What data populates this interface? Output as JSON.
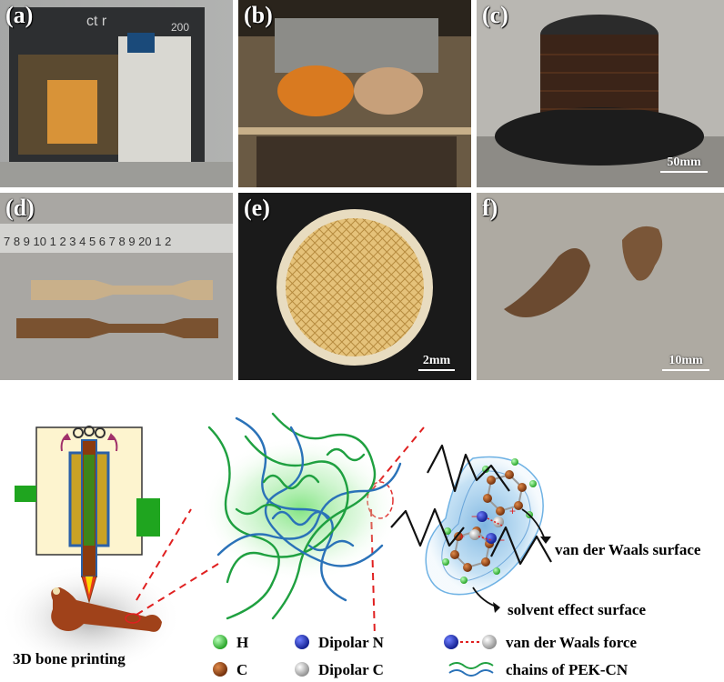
{
  "panels": [
    {
      "id": "a",
      "label": "(a)",
      "printer_brand": "ct r",
      "printer_model": "200"
    },
    {
      "id": "b",
      "label": "(b)"
    },
    {
      "id": "c",
      "label": "(c)",
      "scale": "50mm"
    },
    {
      "id": "d",
      "label": "(d)",
      "ruler": "7 8 9 10 1 2 3 4 5 6 7 8 9 20 1 2"
    },
    {
      "id": "e",
      "label": "(e)",
      "scale": "2mm"
    },
    {
      "id": "f",
      "label": "f)",
      "scale": "10mm"
    }
  ],
  "schematic": {
    "bone_caption": "3D bone printing",
    "vdw_surface": "van der Waals surface",
    "solvent_surface": "solvent effect surface"
  },
  "legend": [
    {
      "symbol": "H",
      "color": "#33cc33",
      "kind": "ball"
    },
    {
      "symbol": "C",
      "color": "#8b3a0e",
      "kind": "ball"
    },
    {
      "symbol": "Dipolar N",
      "color": "#1a2db8",
      "kind": "ball"
    },
    {
      "symbol": "Dipolar C",
      "color": "#bdbdbd",
      "kind": "ball"
    },
    {
      "symbol": "van der Waals force",
      "color": "#1a2db8",
      "kind": "force"
    },
    {
      "symbol": "chains of PEK-CN",
      "color": "#1b7a9a",
      "kind": "chains"
    }
  ]
}
